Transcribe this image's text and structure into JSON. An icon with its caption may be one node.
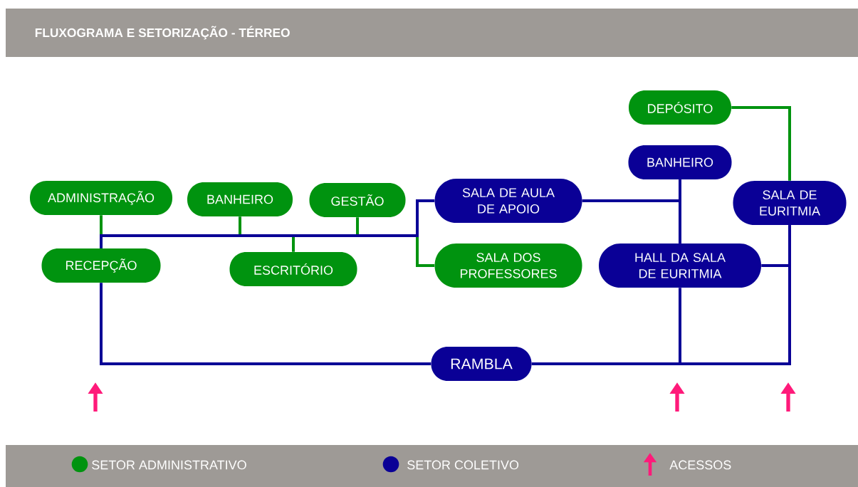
{
  "diagram": {
    "title": "FLUXOGRAMA E SETORIZAÇÃO - TÉRREO",
    "nodes": [
      {
        "text": [
          "ADMINISTRAÇÃO"
        ]
      },
      {
        "text": [
          "BANHEIRO"
        ]
      },
      {
        "text": [
          "GESTÃO"
        ]
      },
      {
        "text": [
          "RECEPÇÃO"
        ]
      },
      {
        "text": [
          "ESCRITÓRIO"
        ]
      },
      {
        "text": [
          "SALA DE AULA DE APOIO"
        ]
      },
      {
        "text": [
          "SALA DOS PROFESSORES"
        ]
      },
      {
        "text": [
          "DEPÓSITO"
        ]
      },
      {
        "text": [
          "BANHEIRO"
        ]
      },
      {
        "text": [
          "SALA DE EURITMIA"
        ]
      },
      {
        "text": [
          "HALL DA SALA DE EURITMIA"
        ]
      },
      {
        "text": [
          "RAMBLA"
        ]
      }
    ],
    "edges": [
      {
        "from": 0,
        "to": 3,
        "arrow": "none",
        "color": "#00930f"
      },
      {
        "from": 1,
        "to": 3,
        "arrow": "none",
        "color": "#00930f"
      },
      {
        "from": 2,
        "to": 3,
        "arrow": "none",
        "color": "#00930f"
      },
      {
        "from": 4,
        "to": 3,
        "arrow": "none",
        "color": "#00930f"
      },
      {
        "from": 6,
        "to": 3,
        "arrow": "none",
        "color": "#00930f"
      },
      {
        "from": 5,
        "to": 3,
        "arrow": "none"
      },
      {
        "from": 3,
        "to": 11,
        "arrow": "none"
      },
      {
        "from": 11,
        "to": 10,
        "arrow": "none"
      },
      {
        "from": 11,
        "to": 9,
        "arrow": "none"
      },
      {
        "from": 10,
        "to": 9,
        "arrow": "none"
      },
      {
        "from": 8,
        "to": 10,
        "arrow": "none"
      },
      {
        "from": 5,
        "to": 8,
        "arrow": "none"
      },
      {
        "from": 5,
        "to": 10,
        "arrow": "none"
      },
      {
        "from": 7,
        "to": 9,
        "arrow": "none",
        "color": "#00930f"
      }
    ],
    "legend": [
      {
        "text": "SETOR ADMINISTRATIVO",
        "color": "#00930f"
      },
      {
        "text": "SETOR COLETIVO",
        "color": "#0a0096"
      },
      {
        "text": "ACESSOS"
      }
    ]
  }
}
